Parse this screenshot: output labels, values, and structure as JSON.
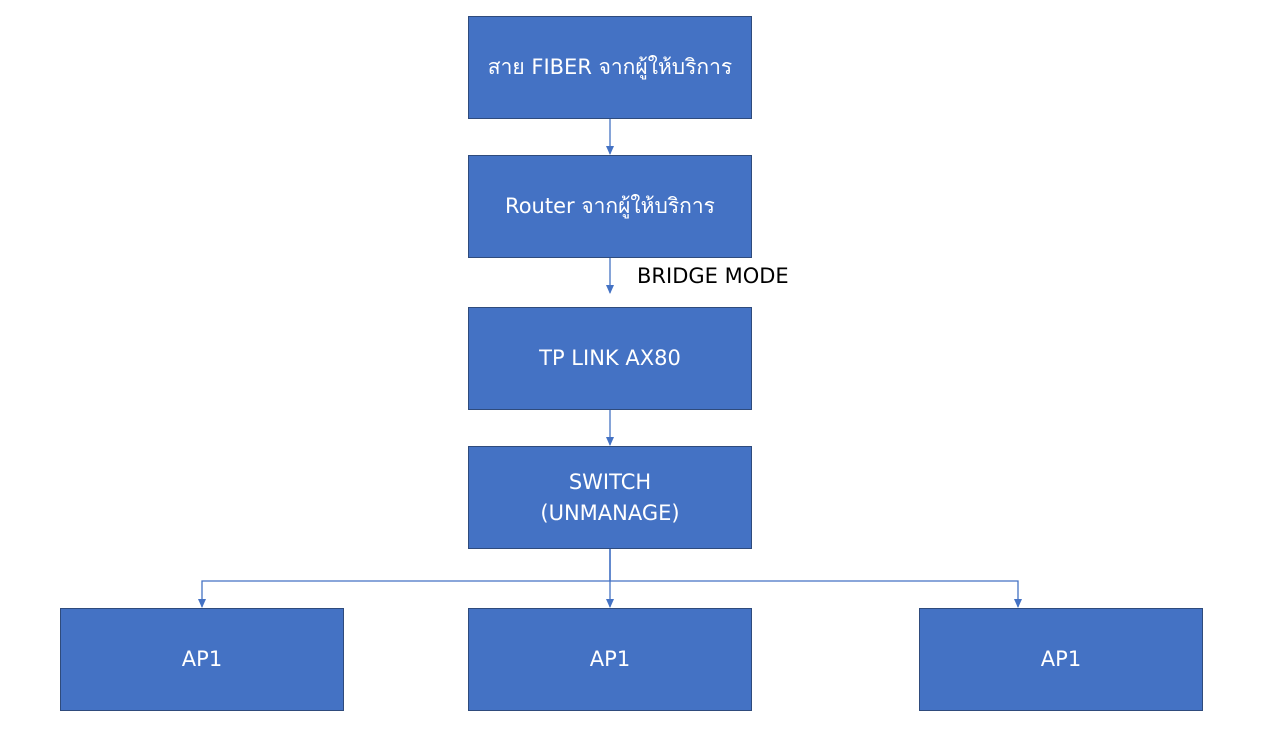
{
  "diagram": {
    "nodes": {
      "fiber": "สาย FIBER จากผู้ให้บริการ",
      "router": "Router จากผู้ให้บริการ",
      "main_router": "TP LINK AX80",
      "switch": "SWITCH\n(UNMANAGE)",
      "ap_left": "AP1",
      "ap_center": "AP1",
      "ap_right": "AP1"
    },
    "edge_labels": {
      "router_to_main_router": "BRIDGE MODE"
    },
    "colors": {
      "node_fill": "#4472C4",
      "node_border": "#2F4B7C",
      "connector": "#4472C4"
    }
  }
}
